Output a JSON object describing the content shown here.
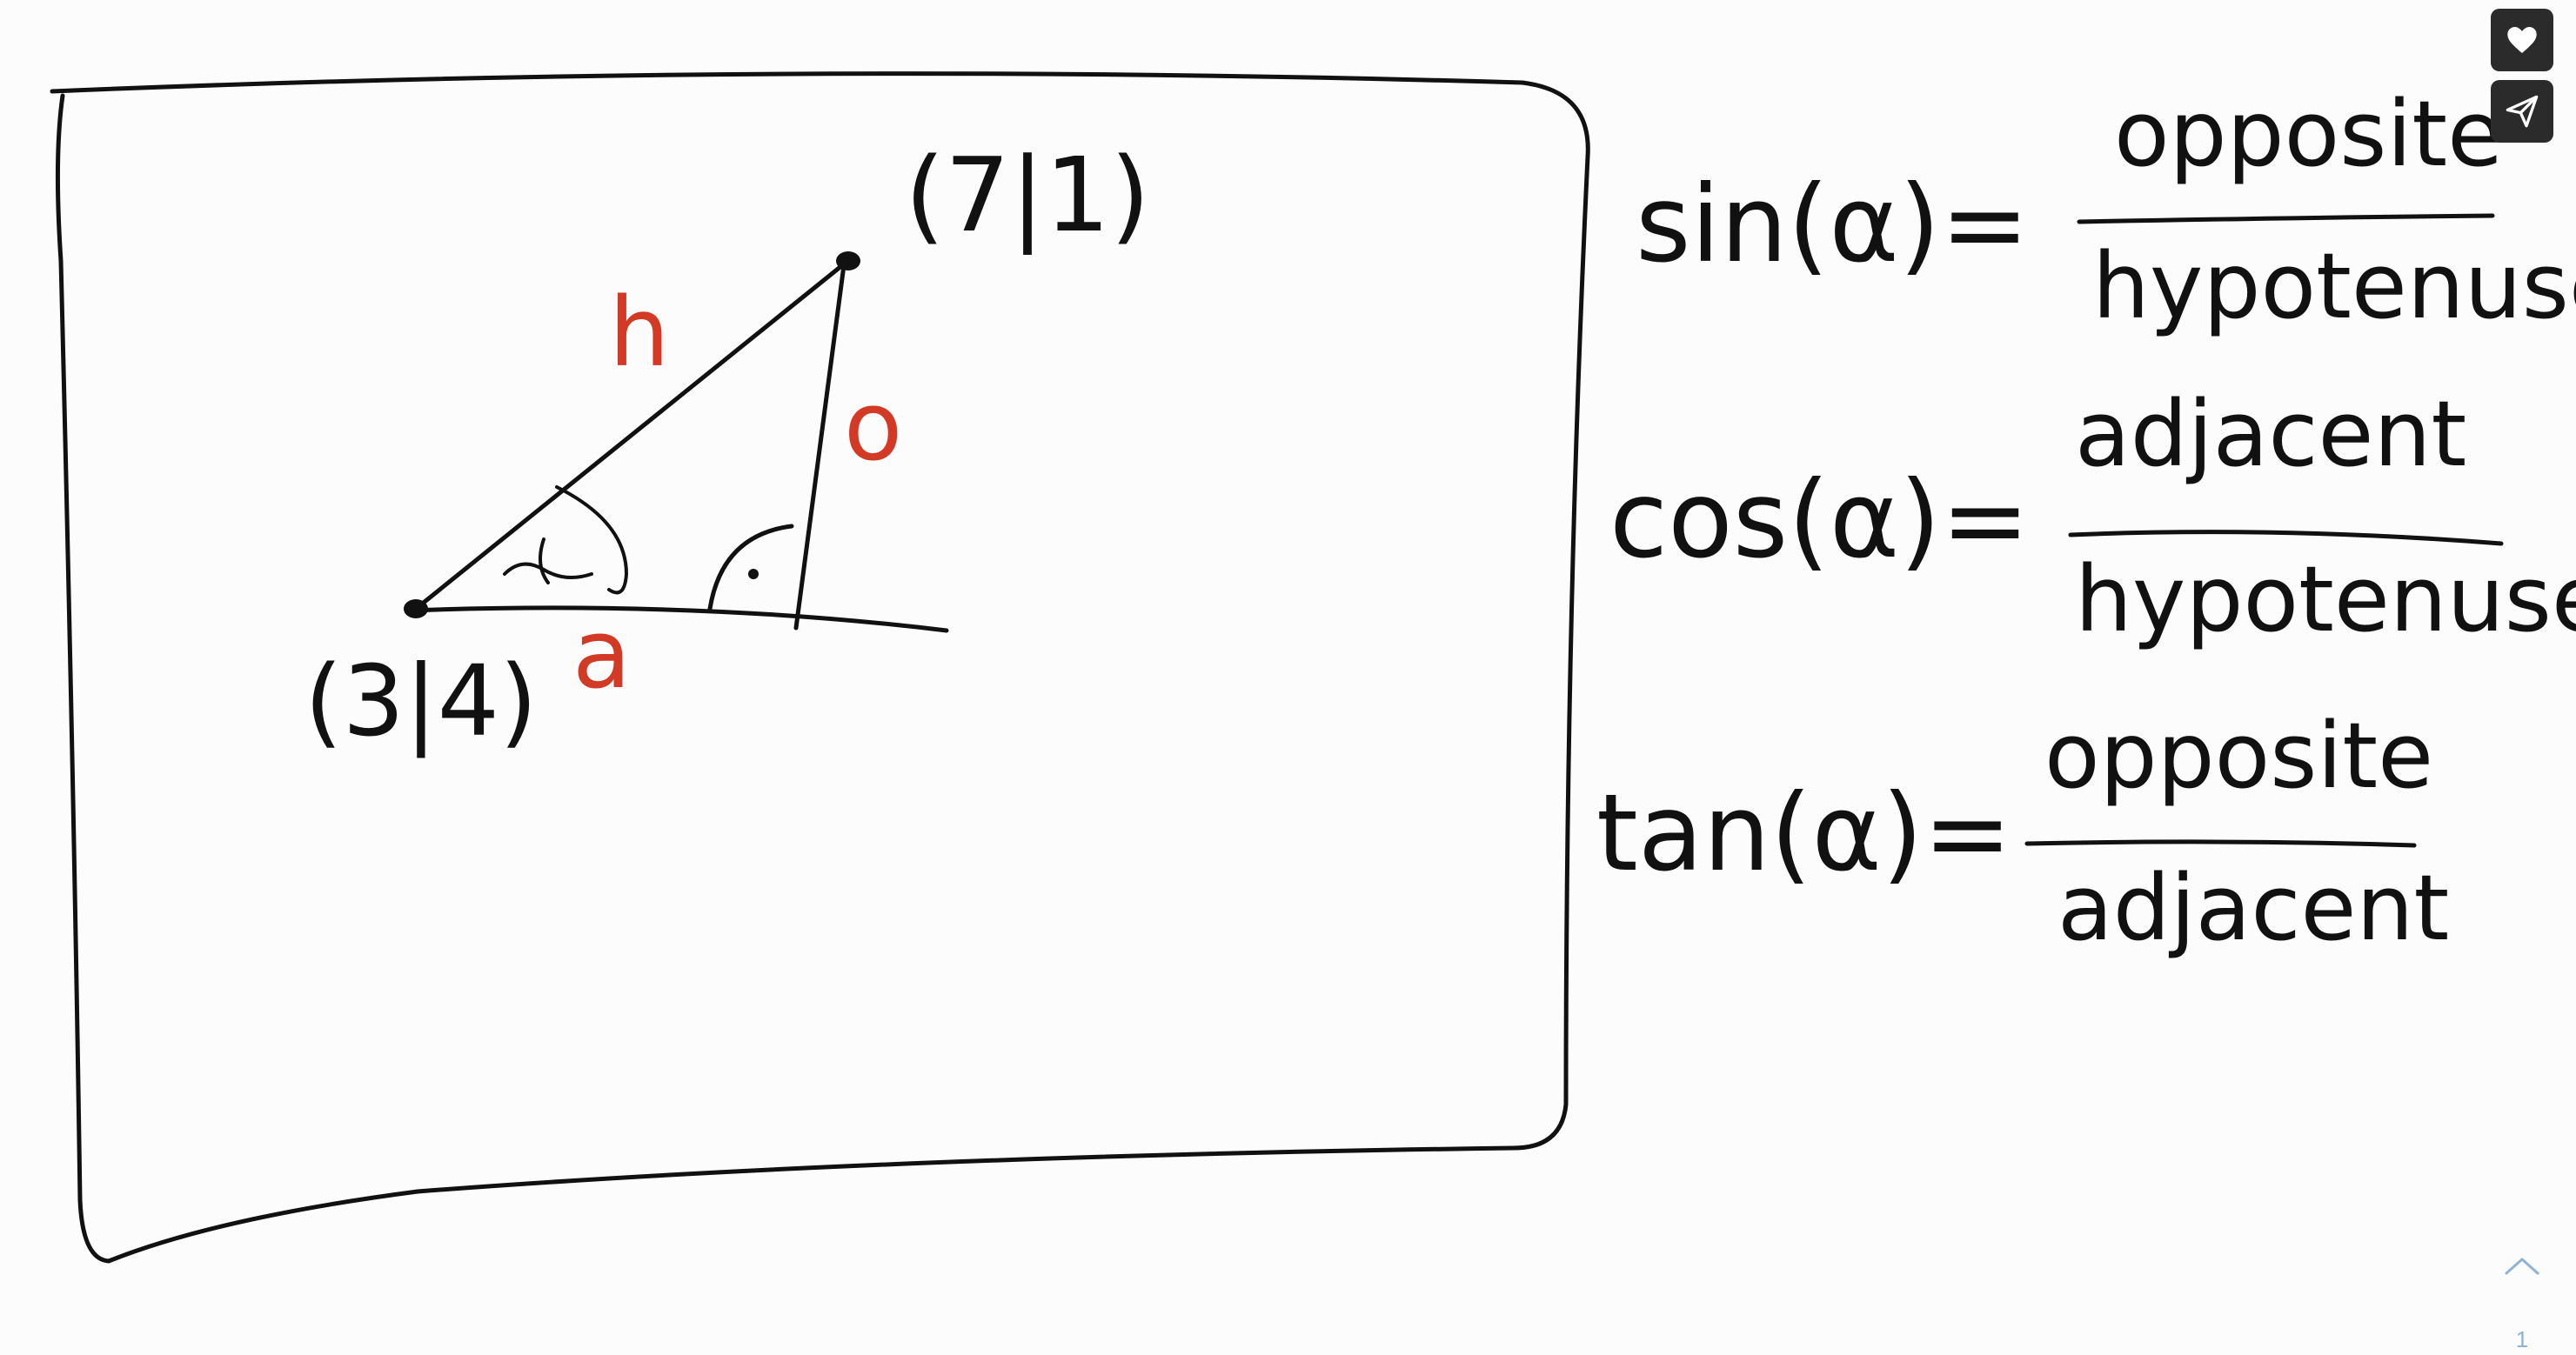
{
  "board": {
    "point_top": "(7|1)",
    "point_bottom": "(3|4)",
    "label_h": "h",
    "label_o": "o",
    "label_a": "a"
  },
  "formulas": [
    {
      "lhs": "sin(α)=",
      "numerator": "opposite",
      "denominator": "hypotenuse"
    },
    {
      "lhs": "cos(α)=",
      "numerator": "adjacent",
      "denominator": "hypotenuse"
    },
    {
      "lhs": "tan(α)=",
      "numerator": "opposite",
      "denominator": "adjacent"
    }
  ],
  "controls": {
    "like_icon": "heart-icon",
    "share_icon": "send-icon",
    "scroll_icon": "chevron-up-icon",
    "page_number": "1"
  },
  "colors": {
    "ink": "#111111",
    "accent": "#d23a26",
    "button": "#2b2b2b",
    "page_indicator": "#8fb3d6"
  }
}
